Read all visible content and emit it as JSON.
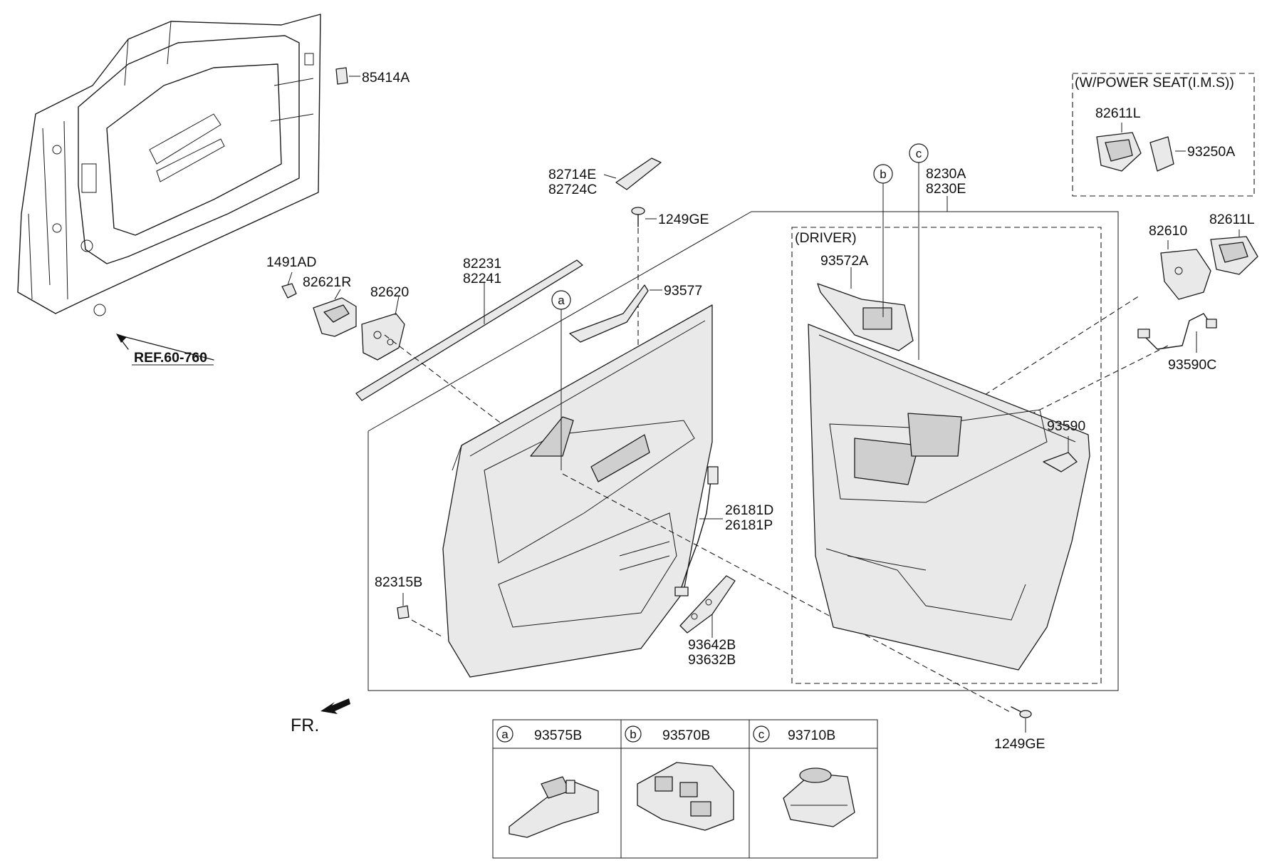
{
  "callouts": {
    "p85414A": "85414A",
    "p1491AD": "1491AD",
    "p82621R": "82621R",
    "p82620": "82620",
    "pRef": "REF.60-760",
    "p82231": "82231",
    "p82241": "82241",
    "p82714E": "82714E",
    "p82724C": "82724C",
    "p1249GE_top": "1249GE",
    "p93577": "93577",
    "p8230A": "8230A",
    "p8230E": "8230E",
    "pDriver": "(DRIVER)",
    "p93572A": "93572A",
    "pPowerSeat": "(W/POWER SEAT(I.M.S))",
    "p82611L_box": "82611L",
    "p93250A": "93250A",
    "p82610": "82610",
    "p82611L": "82611L",
    "p93590C": "93590C",
    "p93590": "93590",
    "p26181D": "26181D",
    "p26181P": "26181P",
    "p82315B": "82315B",
    "p93642B": "93642B",
    "p93632B": "93632B",
    "p1249GE_bottom": "1249GE",
    "pFR": "FR."
  },
  "markers": {
    "a": "a",
    "b": "b",
    "c": "c"
  },
  "legend": [
    {
      "key": "a",
      "part": "93575B"
    },
    {
      "key": "b",
      "part": "93570B"
    },
    {
      "key": "c",
      "part": "93710B"
    }
  ],
  "icons": [
    "front-arrow-icon",
    "reference-arrow-icon"
  ]
}
